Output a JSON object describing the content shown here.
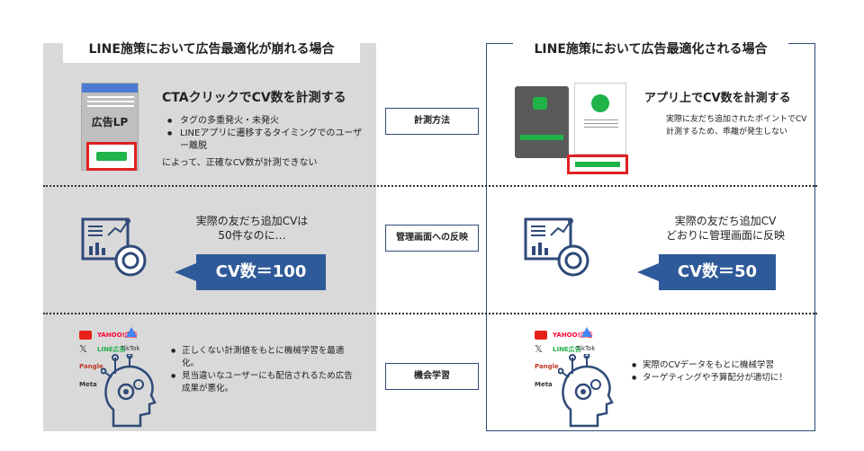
{
  "left": {
    "heading": "LINE施策において広告最適化が崩れる場合",
    "section1": {
      "lp_label": "広告LP",
      "title": "CTAクリックでCV数を計測する",
      "bullets": [
        "タグの多重発火・未発火",
        "LINEアプリに遷移するタイミングでのユーザー離脱"
      ],
      "note": "によって、正確なCV数が計測できない"
    },
    "section2": {
      "text_line1": "実際の友だち追加CVは",
      "text_line2": "50件なのに…",
      "callout": "CV数＝100"
    },
    "section3": {
      "bullets": [
        "正しくない計測値をもとに機械学習を最適化。",
        "見当違いなユーザーにも配信されるため広告成果が悪化。"
      ]
    }
  },
  "right": {
    "heading": "LINE施策において広告最適化される場合",
    "section1": {
      "title": "アプリ上でCV数を計測する",
      "desc": "実際に友だち追加されたポイントでCV計測するため、乖離が発生しない"
    },
    "section2": {
      "text_line1": "実際の友だち追加CV",
      "text_line2": "どおりに管理画面に反映",
      "callout": "CV数＝50"
    },
    "section3": {
      "bullets": [
        "実際のCVデータをもとに機械学習",
        "ターゲティングや予算配分が適切に！"
      ]
    }
  },
  "middle": {
    "labels": [
      "計測方法",
      "管理画面への反映",
      "機会学習"
    ]
  },
  "logos": {
    "yahoo": "YAHOO!広告",
    "line": "LINE広告",
    "tiktok": "TikTok",
    "pangle": "Pangle",
    "meta": "Meta",
    "x": "𝕏"
  },
  "colors": {
    "accent_blue": "#2f5a9a",
    "cta_red": "#e02020",
    "line_green": "#1fb34a",
    "left_bg": "#d9d9d9"
  }
}
